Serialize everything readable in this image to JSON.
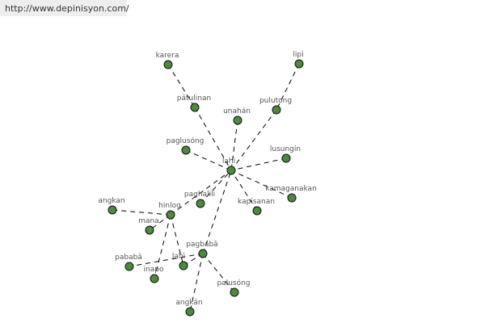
{
  "url": "http://www.depinisyon.com/",
  "node_color": "#4e8a3e",
  "nodes": [
    {
      "id": "karera",
      "label": "karera"
    },
    {
      "id": "lipi",
      "label": "lipì"
    },
    {
      "id": "patulinan",
      "label": "pátulinan"
    },
    {
      "id": "unahan",
      "label": "unahán"
    },
    {
      "id": "pulutong",
      "label": "pulutong"
    },
    {
      "id": "paglusong",
      "label": "paglusóng"
    },
    {
      "id": "lusungin",
      "label": "lusungín"
    },
    {
      "id": "lahi",
      "label": "lahi"
    },
    {
      "id": "kamaganakan",
      "label": "kamaganakan"
    },
    {
      "id": "paghalili",
      "label": "paghalili"
    },
    {
      "id": "kapisanan",
      "label": "kapisanan"
    },
    {
      "id": "angkan",
      "label": "angkan"
    },
    {
      "id": "hinlog",
      "label": "hinlog"
    },
    {
      "id": "mana",
      "label": "mana"
    },
    {
      "id": "pagbaba",
      "label": "pagbabâ"
    },
    {
      "id": "pababa",
      "label": "pababâ"
    },
    {
      "id": "lahi2",
      "label": "lahì"
    },
    {
      "id": "inapo",
      "label": "inapo"
    },
    {
      "id": "palusong",
      "label": "palusóng"
    },
    {
      "id": "angkan2",
      "label": "angkán"
    }
  ],
  "edges": [
    [
      "karera",
      "patulinan"
    ],
    [
      "patulinan",
      "lahi"
    ],
    [
      "lipi",
      "pulutong"
    ],
    [
      "pulutong",
      "lahi"
    ],
    [
      "unahan",
      "lahi"
    ],
    [
      "paglusong",
      "lahi"
    ],
    [
      "lusungin",
      "lahi"
    ],
    [
      "kamaganakan",
      "lahi"
    ],
    [
      "kapisanan",
      "lahi"
    ],
    [
      "paghalili",
      "lahi"
    ],
    [
      "hinlog",
      "lahi"
    ],
    [
      "pagbaba",
      "lahi"
    ],
    [
      "hinlog",
      "angkan"
    ],
    [
      "hinlog",
      "mana"
    ],
    [
      "hinlog",
      "inapo"
    ],
    [
      "hinlog",
      "lahi2"
    ],
    [
      "pagbaba",
      "lahi2"
    ],
    [
      "pagbaba",
      "pababa"
    ],
    [
      "pagbaba",
      "angkan2"
    ],
    [
      "pagbaba",
      "palusong"
    ]
  ]
}
